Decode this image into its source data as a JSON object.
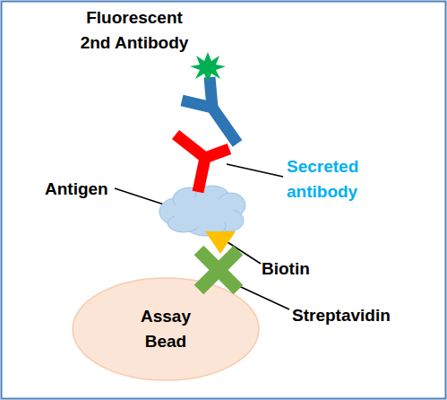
{
  "diagram": {
    "nodes": [
      {
        "text": [
          "Assay Bead"
        ]
      }
    ],
    "labels": [
      "Fluorescent 2nd Antibody",
      "Secreted antibody",
      "Antigen",
      "Biotin",
      "Streptavidin"
    ]
  }
}
